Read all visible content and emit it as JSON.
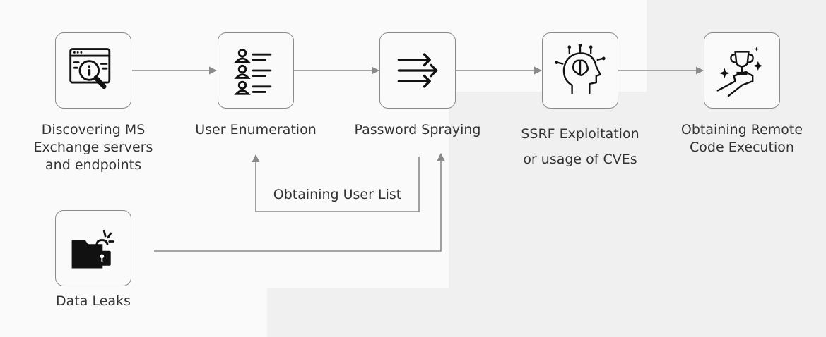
{
  "nodes": {
    "discovery": {
      "icon": "magnifier-browser-icon",
      "label_lines": [
        "Discovering MS",
        "Exchange servers",
        "and endpoints"
      ]
    },
    "enumeration": {
      "icon": "user-list-icon",
      "label_lines": [
        "User Enumeration"
      ]
    },
    "spraying": {
      "icon": "triple-arrow-icon",
      "label_lines": [
        "Password Spraying"
      ]
    },
    "ssrf": {
      "icon": "ai-brain-head-icon",
      "label_lines": [
        "SSRF Exploitation",
        "or usage of CVEs"
      ]
    },
    "rce": {
      "icon": "trophy-hand-icon",
      "label_lines": [
        "Obtaining Remote",
        "Code Execution"
      ]
    },
    "leaks": {
      "icon": "locked-folder-icon",
      "label_lines": [
        "Data Leaks"
      ]
    }
  },
  "edges": {
    "user_list_label": "Obtaining User List"
  },
  "colors": {
    "background": "#fafafa",
    "step_shade": "#f0f0f0",
    "box_border": "#8a8a8a",
    "line": "#8a8a8a",
    "icon": "#111111",
    "text": "#333333"
  }
}
